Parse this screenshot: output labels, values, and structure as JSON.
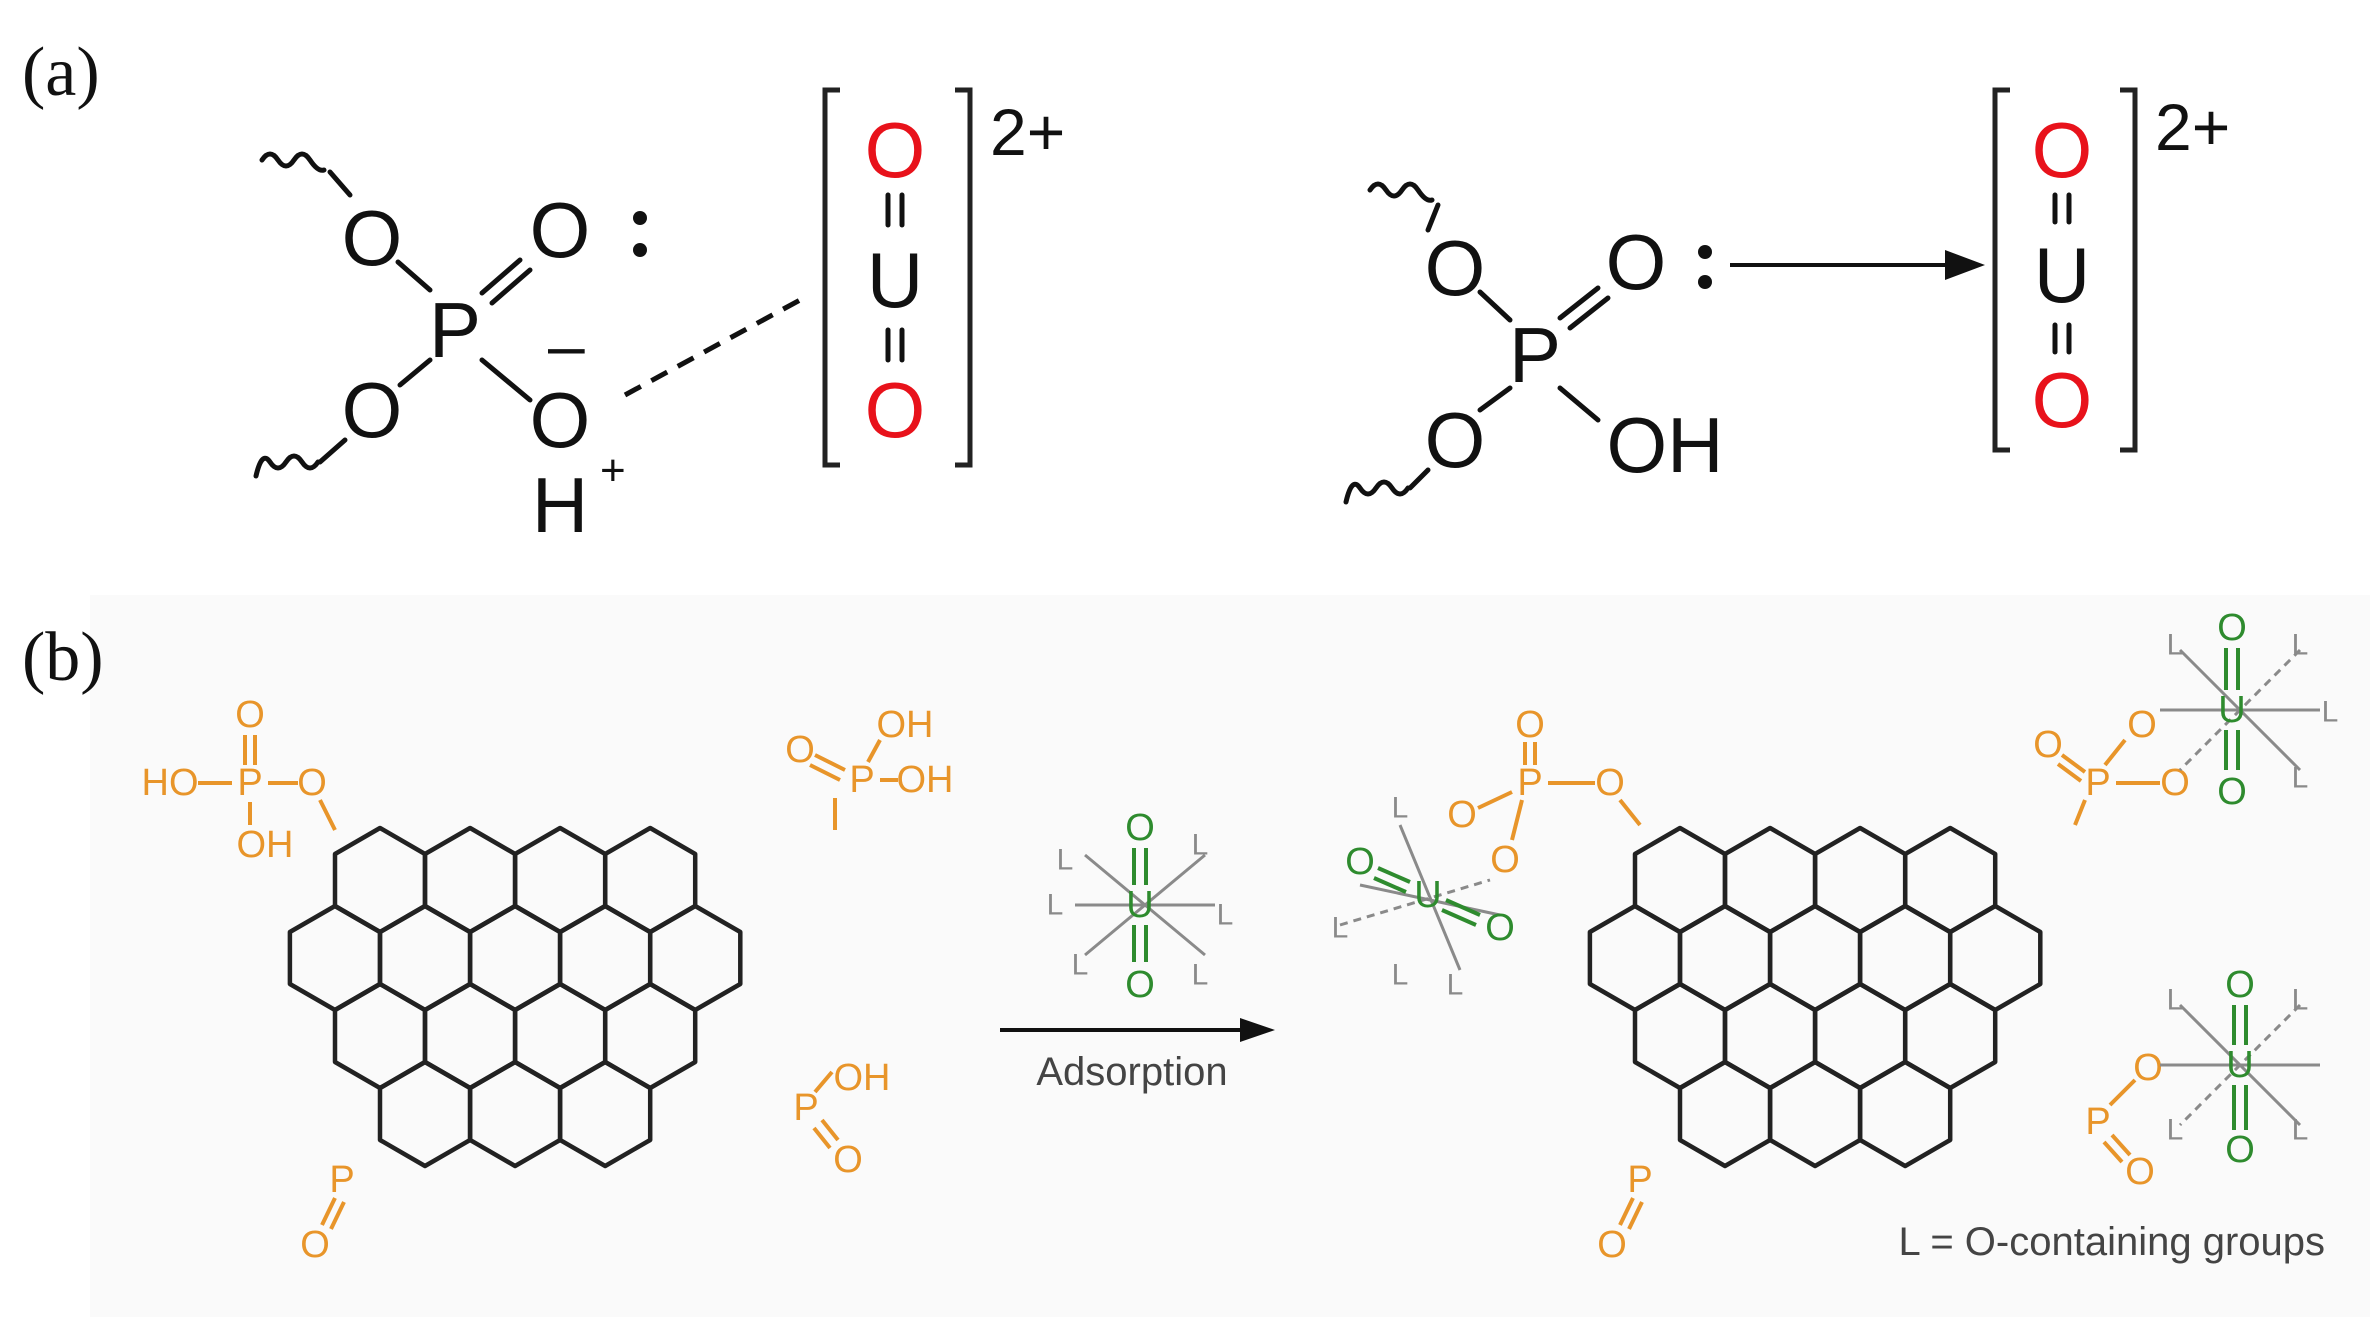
{
  "panel_a": {
    "label": "(a)",
    "left": {
      "atoms": {
        "o1": "O",
        "o2": "O",
        "p": "P",
        "o3": "O",
        "minus": "–",
        "o4": "O",
        "h": "H",
        "hplus": "+"
      },
      "uranyl": {
        "o_top": "O",
        "u": "U",
        "o_bottom": "O",
        "charge": "2+"
      }
    },
    "right": {
      "atoms": {
        "o1": "O",
        "o2": "O",
        "p": "P",
        "o3": "O",
        "oh": "OH"
      },
      "uranyl": {
        "o_top": "O",
        "u": "U",
        "o_bottom": "O",
        "charge": "2+"
      }
    },
    "colors": {
      "oxygen": "#e8121b",
      "bonds": "#111111"
    }
  },
  "panel_b": {
    "label": "(b)",
    "left_molecule": {
      "groups": {
        "ho": "HO",
        "p": "P",
        "o": "O",
        "oh": "OH",
        "p2": "P",
        "oh2": "OH",
        "p3": "P",
        "oh3": "OH"
      }
    },
    "reagent": {
      "o": "O",
      "u": "U",
      "l": "L"
    },
    "arrow_label": "Adsorption",
    "right_molecule": {
      "p": "P",
      "o": "O",
      "u": "U",
      "l": "L"
    },
    "legend": "L = O-containing groups",
    "colors": {
      "phosphate": "#e8952a",
      "uranyl": "#2e8b2e",
      "ligand": "#8a8a8a",
      "skeleton": "#222222"
    }
  }
}
